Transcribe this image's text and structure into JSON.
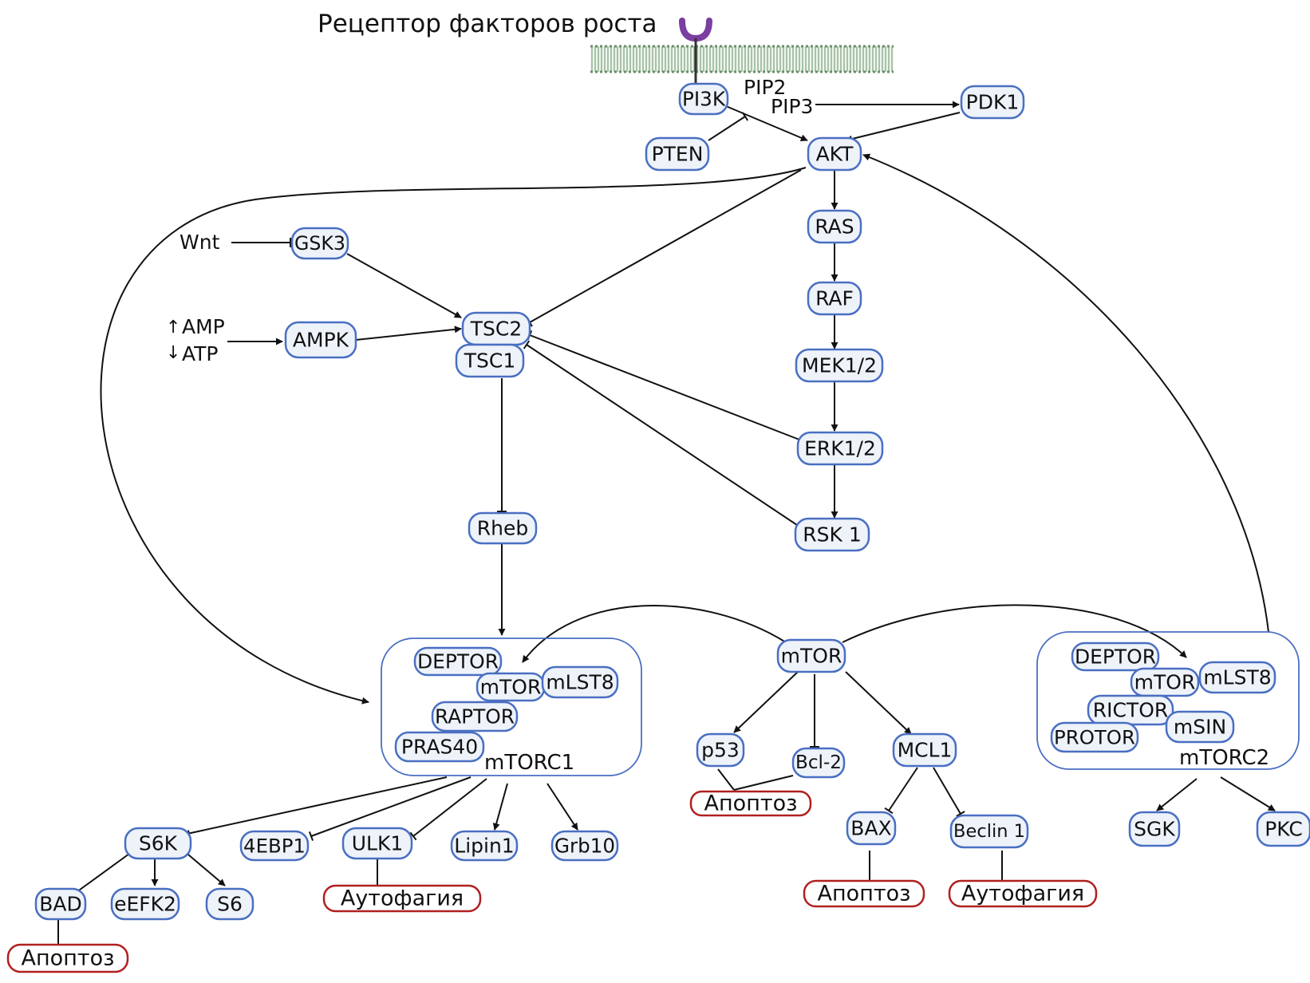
{
  "labels": {
    "receptor": "Рецептор факторов роста",
    "pip2": "PIP2",
    "pip3": "PIP3",
    "wnt": "Wnt",
    "amp": "AMP",
    "atp": "ATP",
    "up_arrow": "↑",
    "down_arrow": "↓"
  },
  "nodes": {
    "pi3k": "PI3K",
    "pdk1": "PDK1",
    "pten": "PTEN",
    "akt": "AKT",
    "ras": "RAS",
    "raf": "RAF",
    "mek": "MEK1/2",
    "erk": "ERK1/2",
    "rsk1": "RSK 1",
    "gsk3": "GSK3",
    "ampk": "AMPK",
    "tsc2": "TSC2",
    "tsc1": "TSC1",
    "rheb": "Rheb",
    "mtor_center": "mTOR",
    "p53": "p53",
    "bcl2": "Bcl-2",
    "mcl1": "MCL1",
    "bax": "BAX",
    "beclin1": "Beclin 1",
    "s6k": "S6K",
    "ebp1": "4EBP1",
    "ulk1": "ULK1",
    "lipin1": "Lipin1",
    "grb10": "Grb10",
    "bad": "BAD",
    "eefk2": "eEFK2",
    "s6": "S6",
    "sgk": "SGK",
    "pkc": "PKC"
  },
  "mtorc1": {
    "label": "mTORC1",
    "deptor": "DEPTOR",
    "mtor": "mTOR",
    "mlst8": "mLST8",
    "raptor": "RAPTOR",
    "pras40": "PRAS40"
  },
  "mtorc2": {
    "label": "mTORC2",
    "deptor": "DEPTOR",
    "mtor": "mTOR",
    "mlst8": "mLST8",
    "rictor": "RICTOR",
    "msin": "mSIN",
    "protor": "PROTOR"
  },
  "outcomes": {
    "apoptosis_bad": "Апоптоз",
    "autophagy_ulk1": "Аутофагия",
    "apoptosis_p53": "Апоптоз",
    "apoptosis_bax": "Апоптоз",
    "autophagy_beclin": "Аутофагия"
  },
  "colors": {
    "node_stroke": "#4a6fc2",
    "node_fill": "#eef3fa",
    "outcome_stroke": "#b02020",
    "receptor": "#7b3fa0"
  }
}
